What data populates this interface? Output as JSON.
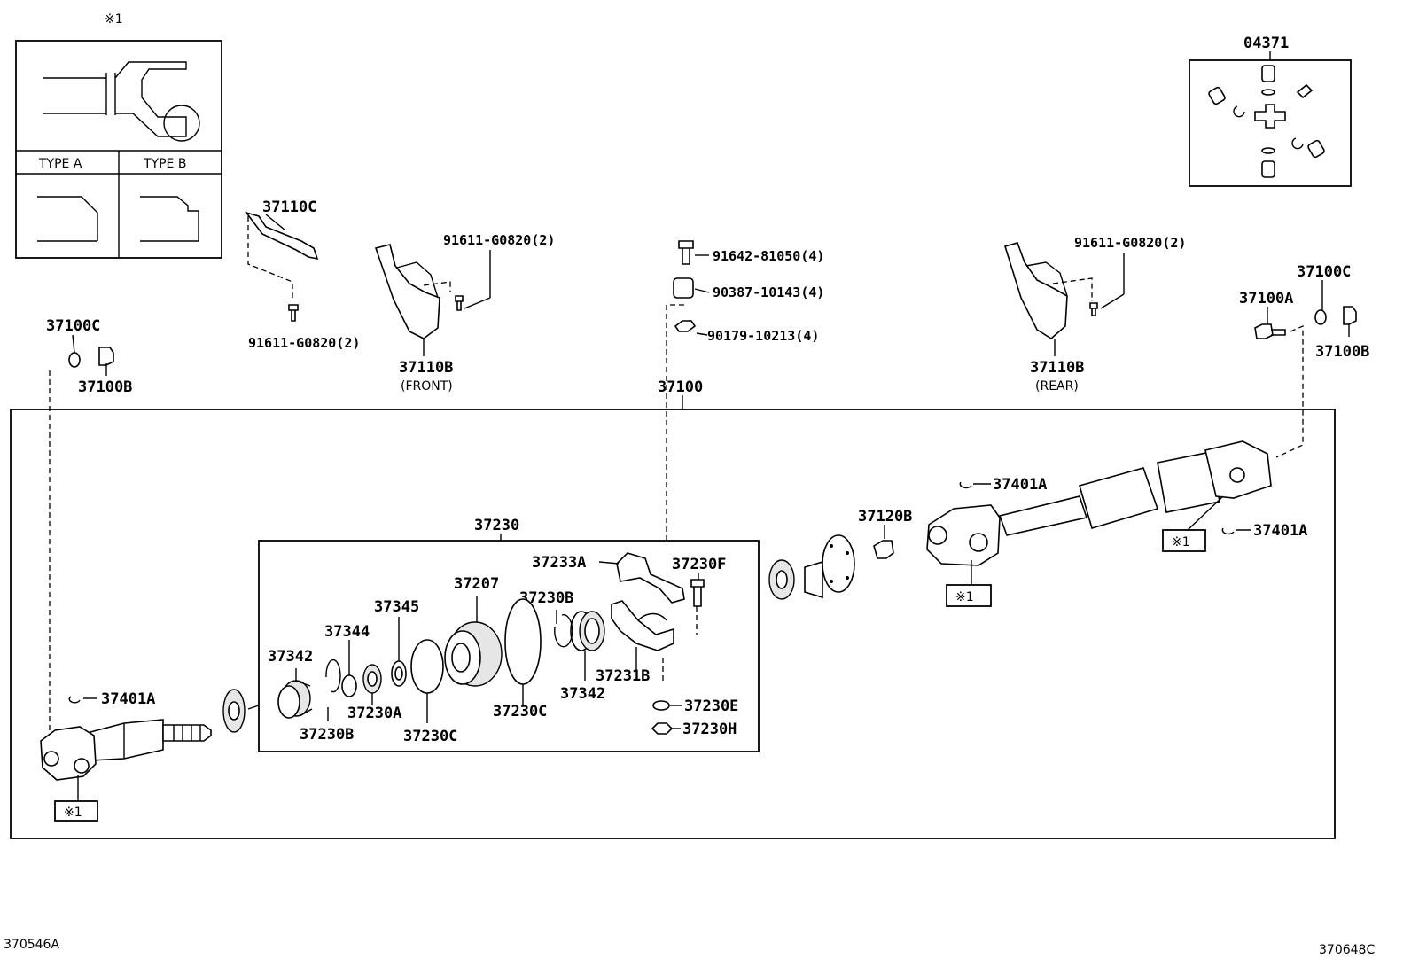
{
  "detail_ref": {
    "mark": "※1",
    "type_a": "TYPE A",
    "type_b": "TYPE B"
  },
  "kit": {
    "code": "04371"
  },
  "labels": {
    "p37110C": "37110C",
    "p91611_left": "91611-G0820(2)",
    "p91611_front": "91611-G0820(2)",
    "p37110B_front": "37110B",
    "front_note": "(FRONT)",
    "p91642": "91642-81050(4)",
    "p90387": "90387-10143(4)",
    "p90179": "90179-10213(4)",
    "p91611_rear": "91611-G0820(2)",
    "p37110B_rear": "37110B",
    "rear_note": "(REAR)",
    "p37100C_left": "37100C",
    "p37100B_left": "37100B",
    "p37100C_right": "37100C",
    "p37100A": "37100A",
    "p37100B_right": "37100B",
    "p37100": "37100",
    "p37230": "37230",
    "p37233A": "37233A",
    "p37230F": "37230F",
    "p37207": "37207",
    "p37230B_top": "37230B",
    "p37345": "37345",
    "p37344": "37344",
    "p37342_left": "37342",
    "p37342_right": "37342",
    "p37231B": "37231B",
    "p37230A": "37230A",
    "p37230B_bottom": "37230B",
    "p37230C_left": "37230C",
    "p37230C_right": "37230C",
    "p37230E": "37230E",
    "p37230H": "37230H",
    "p37120B": "37120B",
    "p37401A_top": "37401A",
    "p37401A_right": "37401A",
    "p37401A_left": "37401A",
    "ref_mark_right": "※1",
    "ref_mark_mid": "※1",
    "ref_mark_left": "※1"
  },
  "footer": {
    "left_code": "370546A",
    "right_code": "370648C"
  }
}
